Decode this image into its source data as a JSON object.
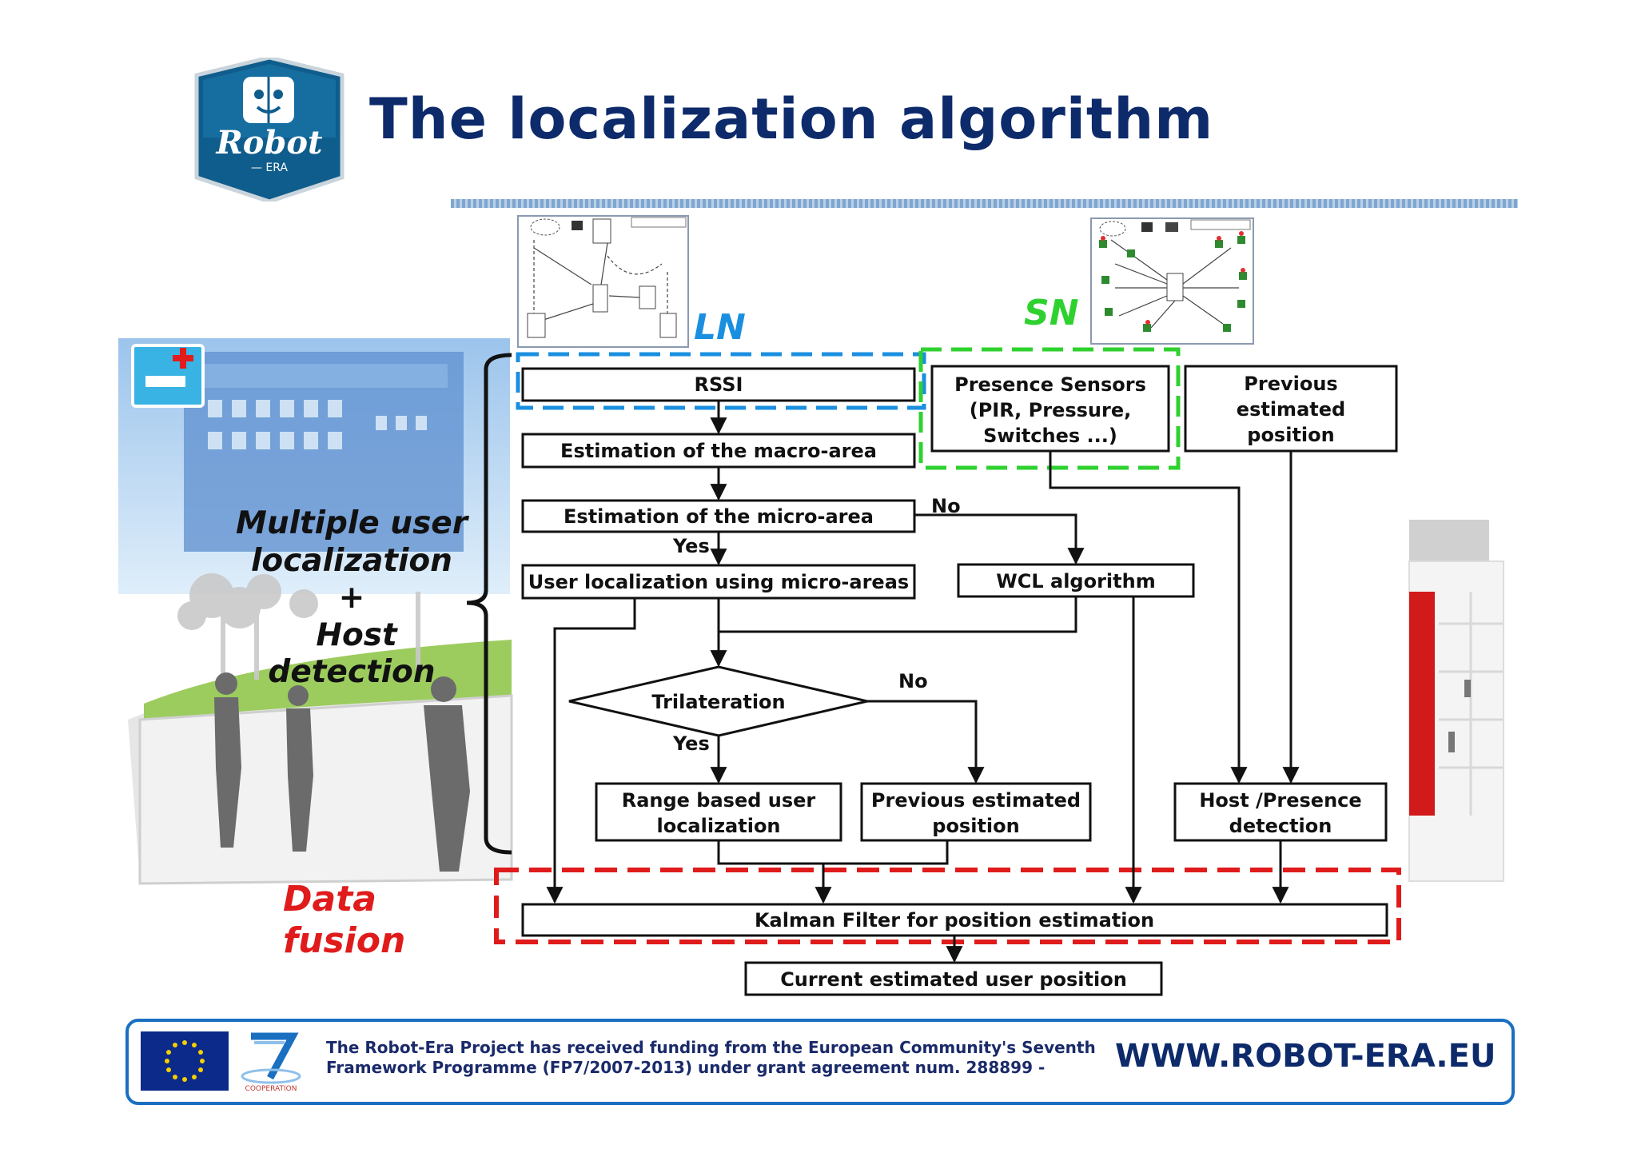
{
  "header": {
    "title": "The localization algorithm",
    "logo_text": "Robot",
    "logo_subtext": "— ERA"
  },
  "network_labels": {
    "ln": "LN",
    "sn": "SN"
  },
  "side": {
    "line1": "Multiple user",
    "line2": "localization",
    "plus": "+",
    "line3": "Host",
    "line4": "detection",
    "fusion1": "Data",
    "fusion2": "fusion"
  },
  "flow": {
    "rssi": "RSSI",
    "macro": "Estimation of the macro-area",
    "micro": "Estimation of the micro-area",
    "user_loc": "User localization using micro-areas",
    "wcl": "WCL algorithm",
    "presence1": "Presence Sensors",
    "presence2": "(PIR, Pressure,",
    "presence3": "Switches   ...)",
    "prev1": "Previous",
    "prev2": "estimated",
    "prev3": "position",
    "trilat": "Trilateration",
    "range1": "Range based user",
    "range2": "localization",
    "prev_est1": "Previous estimated",
    "prev_est2": "position",
    "host1": "Host /Presence",
    "host2": "detection",
    "kalman": "Kalman Filter for position estimation",
    "current": "Current estimated user position",
    "yes1": "Yes",
    "no1": "No",
    "yes2": "Yes",
    "no2": "No"
  },
  "footer": {
    "funding": "The Robot-Era Project has received funding from the European Community's Seventh Framework Programme (FP7/2007-2013) under grant agreement num. 288899 -",
    "url": "WWW.ROBOT-ERA.EU",
    "cooperation": "COOPERATION"
  },
  "colors": {
    "title": "#0d2a6b",
    "ln_dash": "#1a8fe0",
    "sn_dash": "#2fd12f",
    "fusion_dash": "#e01b1b",
    "footer_border": "#1b6fc0"
  },
  "icons": [
    "robot-era-logo-icon",
    "hospital-bed-icon",
    "eu-flag-icon",
    "fp7-logo-icon"
  ]
}
